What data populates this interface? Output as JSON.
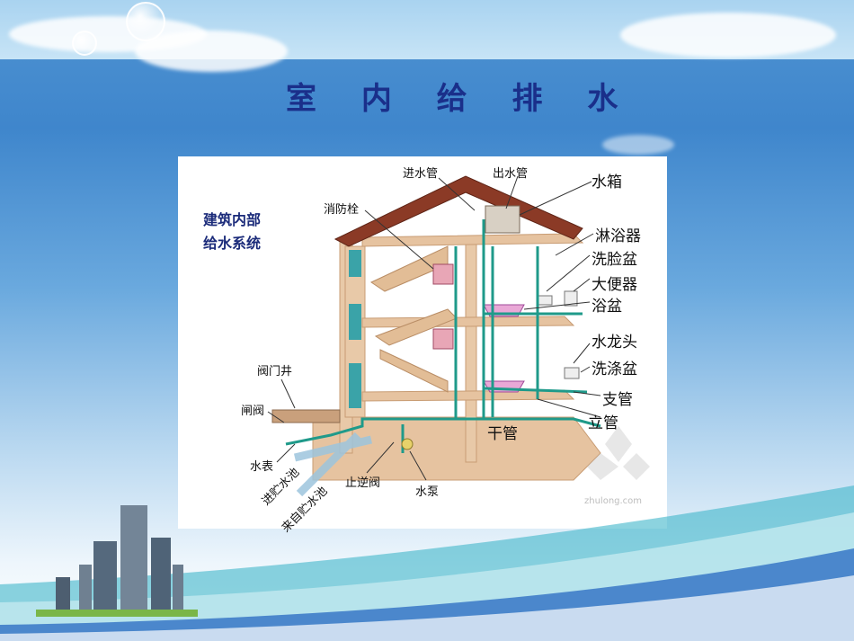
{
  "slide_title": "室 内 给 排 水",
  "diagram": {
    "heading_line1": "建筑内部",
    "heading_line2": "给水系统",
    "labels": {
      "inlet_pipe": "进水管",
      "outlet_pipe": "出水管",
      "water_tank": "水箱",
      "fire_hydrant": "消防栓",
      "shower": "淋浴器",
      "wash_basin": "洗脸盆",
      "toilet": "大便器",
      "bathtub": "浴盆",
      "faucet": "水龙头",
      "sink": "洗涤盆",
      "branch_pipe": "支管",
      "riser_pipe": "立管",
      "main_pipe": "干管",
      "valve_well": "阀门井",
      "gate_valve": "闸阀",
      "water_meter": "水表",
      "to_storage_tank": "进贮水池",
      "from_storage_tank": "来自贮水池",
      "check_valve": "止逆阀",
      "water_pump": "水泵"
    },
    "watermark": "zhulong.com"
  },
  "colors": {
    "title": "#1a2f8a",
    "pipe": "#1f9a8a",
    "roof": "#8b3a26",
    "wall": "#e8c9a8",
    "heading": "#1b2b7a"
  }
}
